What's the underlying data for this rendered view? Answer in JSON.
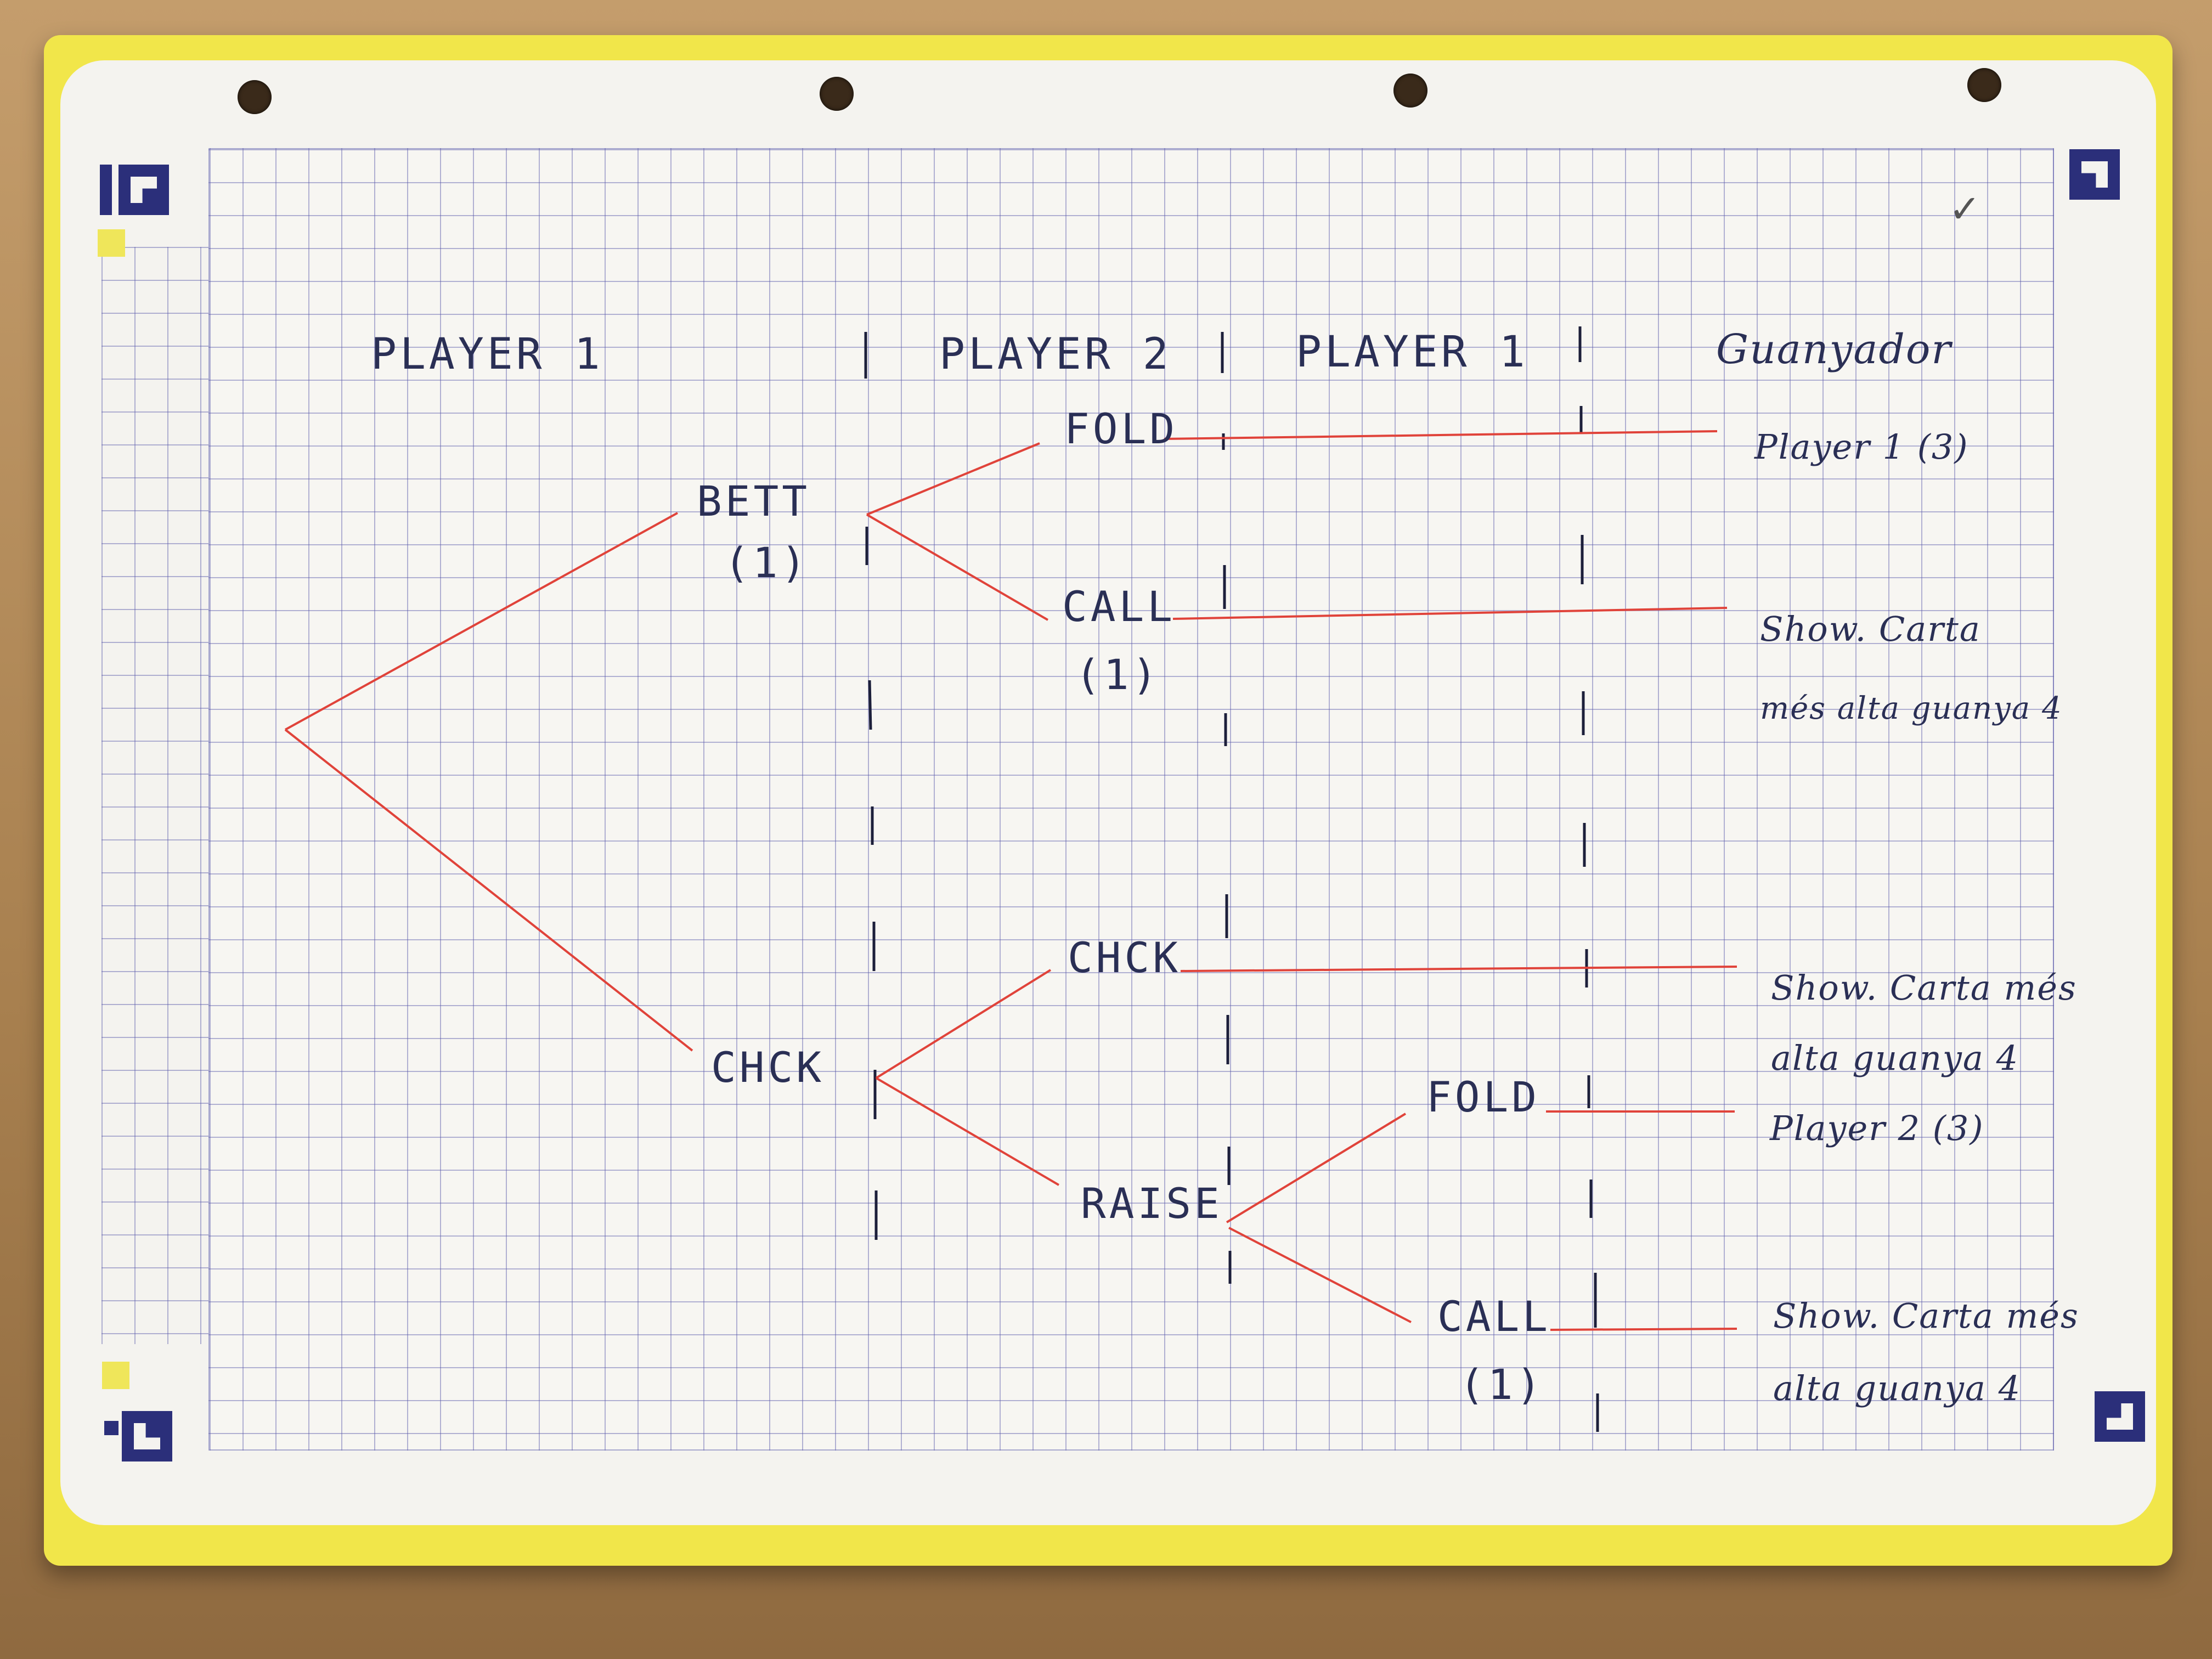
{
  "columns": {
    "col1": "PLAYER 1",
    "col2": "PLAYER 2",
    "col3": "PLAYER 1",
    "col4": "Guanyador"
  },
  "nodes": {
    "bett": "BETT",
    "bett_cost": "(1)",
    "check_p1": "CHCK",
    "fold_p2": "FOLD",
    "call_p2": "CALL",
    "call_p2_cost": "(1)",
    "check_p2": "CHCK",
    "raise_p2": "RAISE",
    "fold_p1": "FOLD",
    "call_p1": "CALL",
    "call_p1_cost": "(1)"
  },
  "outcomes": {
    "o1": "Player 1 (3)",
    "o2_line1": "Show. Carta",
    "o2_line2": "més alta guanya 4",
    "o3_line1": "Show. Carta més",
    "o3_line2": "alta guanya 4",
    "o4": "Player 2 (3)",
    "o5_line1": "Show. Carta més",
    "o5_line2": "alta guanya 4"
  },
  "colors": {
    "ink": "#2a2f55",
    "branch": "#e0433a",
    "grid": "#5a5aaa",
    "folder": "#f1e64a"
  }
}
